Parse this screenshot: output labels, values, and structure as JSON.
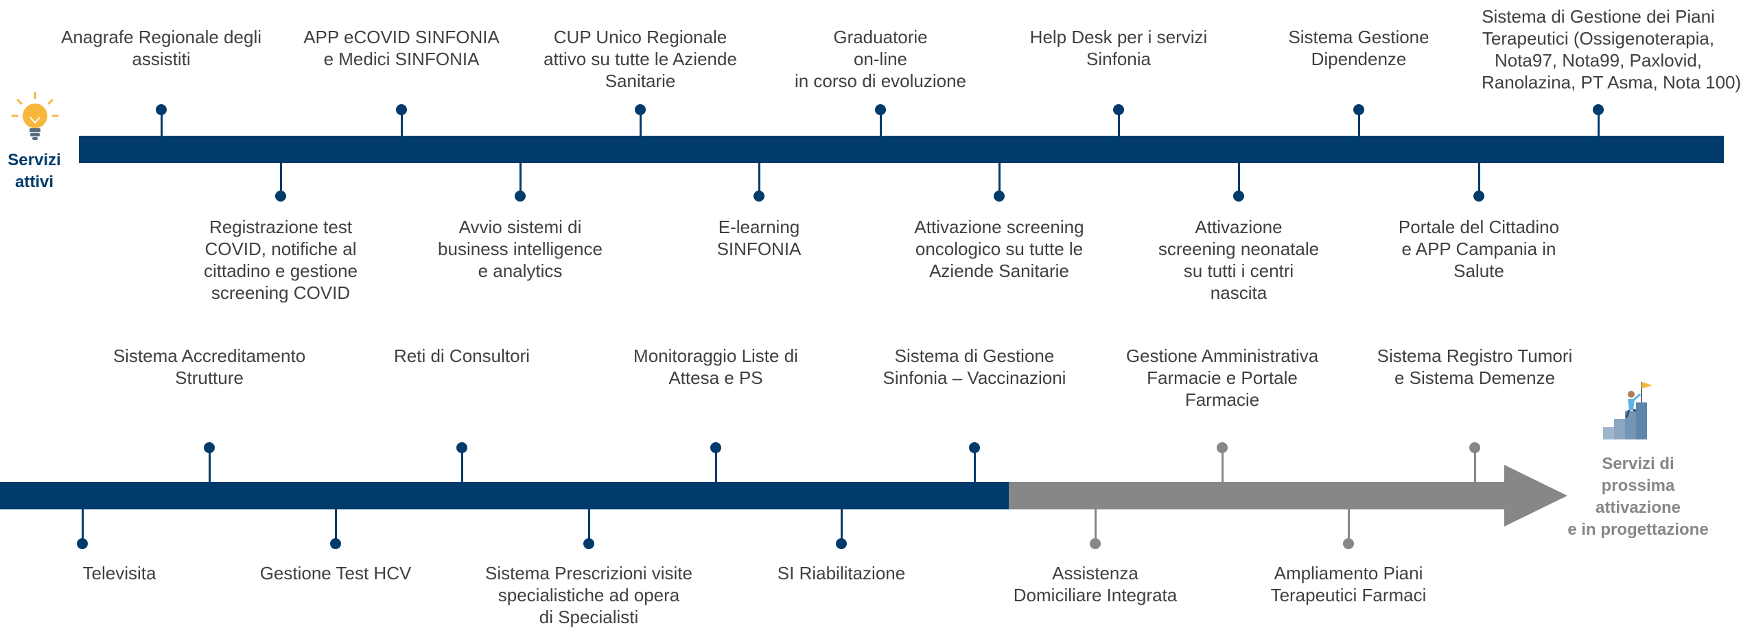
{
  "colors": {
    "active": "#003b6b",
    "planned": "#878787",
    "label": "#404040",
    "bulb": "#f6b73c"
  },
  "row1": {
    "side_label": [
      "Servizi",
      "attivi"
    ],
    "icon": "lightbulb-icon",
    "milestones": [
      {
        "text": [
          "Anagrafe Regionale degli",
          "assistiti"
        ],
        "side": "top",
        "status": "active"
      },
      {
        "text": [
          "Registrazione test",
          "COVID, notifiche al",
          "cittadino e gestione",
          "screening COVID"
        ],
        "side": "bottom",
        "status": "active"
      },
      {
        "text": [
          "APP eCOVID SINFONIA",
          "e Medici SINFONIA"
        ],
        "side": "top",
        "status": "active"
      },
      {
        "text": [
          "Avvio sistemi di",
          "business intelligence",
          "e analytics"
        ],
        "side": "bottom",
        "status": "active"
      },
      {
        "text": [
          "CUP Unico Regionale",
          "attivo su tutte le Aziende",
          "Sanitarie"
        ],
        "side": "top",
        "status": "active"
      },
      {
        "text": [
          "E-learning",
          "SINFONIA"
        ],
        "side": "bottom",
        "status": "active"
      },
      {
        "text": [
          "Graduatorie",
          "on-line",
          "in corso di evoluzione"
        ],
        "side": "top",
        "status": "active"
      },
      {
        "text": [
          "Attivazione screening",
          "oncologico su tutte le",
          "Aziende Sanitarie"
        ],
        "side": "bottom",
        "status": "active"
      },
      {
        "text": [
          "Help Desk per i servizi",
          "Sinfonia"
        ],
        "side": "top",
        "status": "active"
      },
      {
        "text": [
          "Attivazione",
          "screening neonatale",
          "su tutti i centri",
          "nascita"
        ],
        "side": "bottom",
        "status": "active"
      },
      {
        "text": [
          "Sistema Gestione",
          "Dipendenze"
        ],
        "side": "top",
        "status": "active"
      },
      {
        "text": [
          "Portale del Cittadino",
          "e APP Campania in",
          "Salute"
        ],
        "side": "bottom",
        "status": "active"
      },
      {
        "text": [
          "Sistema di Gestione dei Piani",
          "Terapeutici (Ossigenoterapia,",
          "Nota97, Nota99, Paxlovid,",
          "Ranolazina, PT Asma, Nota 100)"
        ],
        "side": "top",
        "status": "active"
      }
    ]
  },
  "row2": {
    "side_label": [
      "Servizi di",
      "prossima",
      "attivazione",
      "e in progettazione"
    ],
    "icon": "goal-flag-stairs-icon",
    "milestones": [
      {
        "text": [
          "Televisita"
        ],
        "side": "bottom",
        "status": "active"
      },
      {
        "text": [
          "Sistema Accreditamento",
          "Strutture"
        ],
        "side": "top",
        "status": "active"
      },
      {
        "text": [
          "Gestione Test HCV"
        ],
        "side": "bottom",
        "status": "active"
      },
      {
        "text": [
          "Reti di Consultori"
        ],
        "side": "top",
        "status": "active"
      },
      {
        "text": [
          "Sistema Prescrizioni visite",
          "specialistiche ad opera",
          "di Specialisti"
        ],
        "side": "bottom",
        "status": "active"
      },
      {
        "text": [
          "Monitoraggio Liste di",
          "Attesa e PS"
        ],
        "side": "top",
        "status": "active"
      },
      {
        "text": [
          "SI Riabilitazione"
        ],
        "side": "bottom",
        "status": "active"
      },
      {
        "text": [
          "Sistema di Gestione",
          "Sinfonia – Vaccinazioni"
        ],
        "side": "top",
        "status": "active"
      },
      {
        "text": [
          "Assistenza",
          "Domiciliare Integrata"
        ],
        "side": "bottom",
        "status": "planned"
      },
      {
        "text": [
          "Gestione Amministrativa",
          "Farmacie e Portale",
          "Farmacie"
        ],
        "side": "top",
        "status": "planned"
      },
      {
        "text": [
          "Ampliamento Piani",
          "Terapeutici Farmaci"
        ],
        "side": "bottom",
        "status": "planned"
      },
      {
        "text": [
          "Sistema Registro Tumori",
          "e Sistema Demenze"
        ],
        "side": "top",
        "status": "planned"
      }
    ]
  }
}
